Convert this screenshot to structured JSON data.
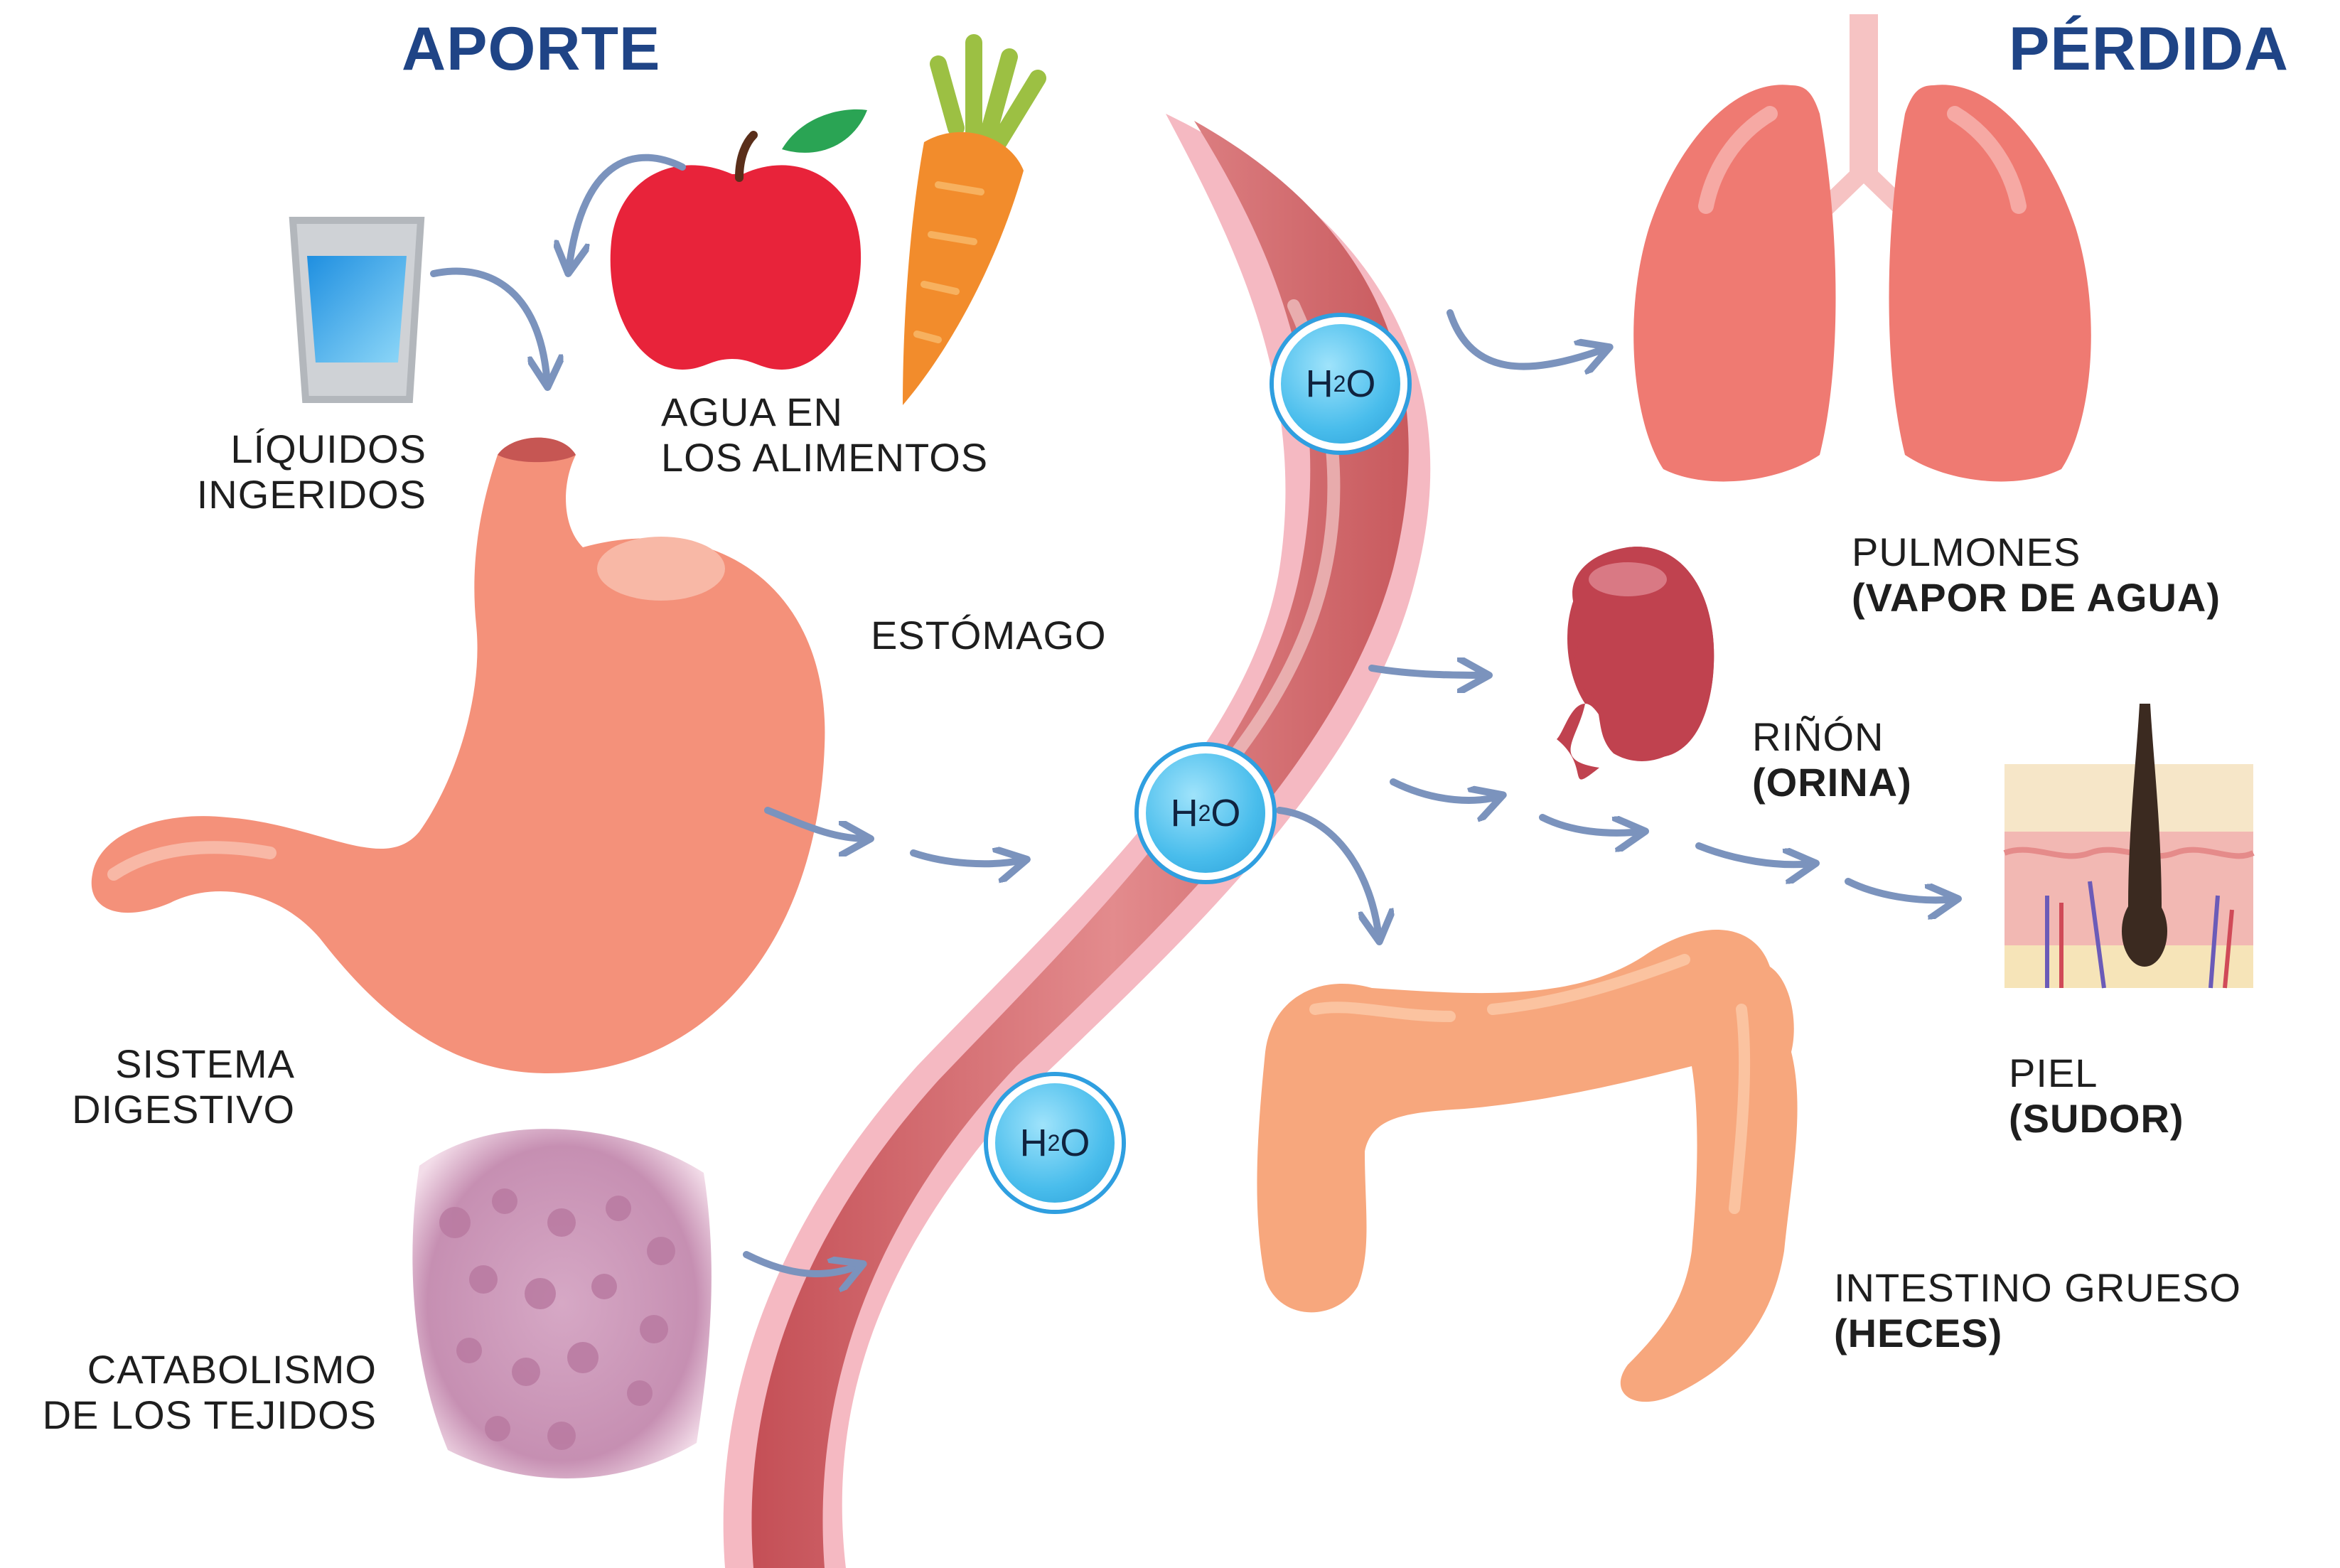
{
  "titles": {
    "intake": "APORTE",
    "loss": "PÉRDIDA"
  },
  "intake": {
    "liquids": [
      "LÍQUIDOS",
      "INGERIDOS"
    ],
    "food_water": [
      "AGUA EN",
      "LOS ALIMENTOS"
    ],
    "stomach": "ESTÓMAGO",
    "digestive": [
      "SISTEMA",
      "DIGESTIVO"
    ],
    "catabolism": [
      "CATABOLISMO",
      "DE LOS TEJIDOS"
    ]
  },
  "loss": {
    "lungs": {
      "name": "PULMONES",
      "detail": "(VAPOR DE AGUA)"
    },
    "kidney": {
      "name": "RIÑÓN",
      "detail": "(ORINA)"
    },
    "skin": {
      "name": "PIEL",
      "detail": "(SUDOR)"
    },
    "colon": {
      "name": "INTESTINO GRUESO",
      "detail": "(HECES)"
    }
  },
  "molecule": {
    "main": "H",
    "sub": "2",
    "end": "O"
  },
  "colors": {
    "title": "#1f4486",
    "arrow": "#7b93bd",
    "vessel": "#c85a5e",
    "vessel_wall": "#f5b9c2",
    "stomach": "#f4917a",
    "lungs": "#ef7a72",
    "kidney": "#c0424f",
    "colon": "#f7a77d",
    "water": "#49bdec"
  }
}
